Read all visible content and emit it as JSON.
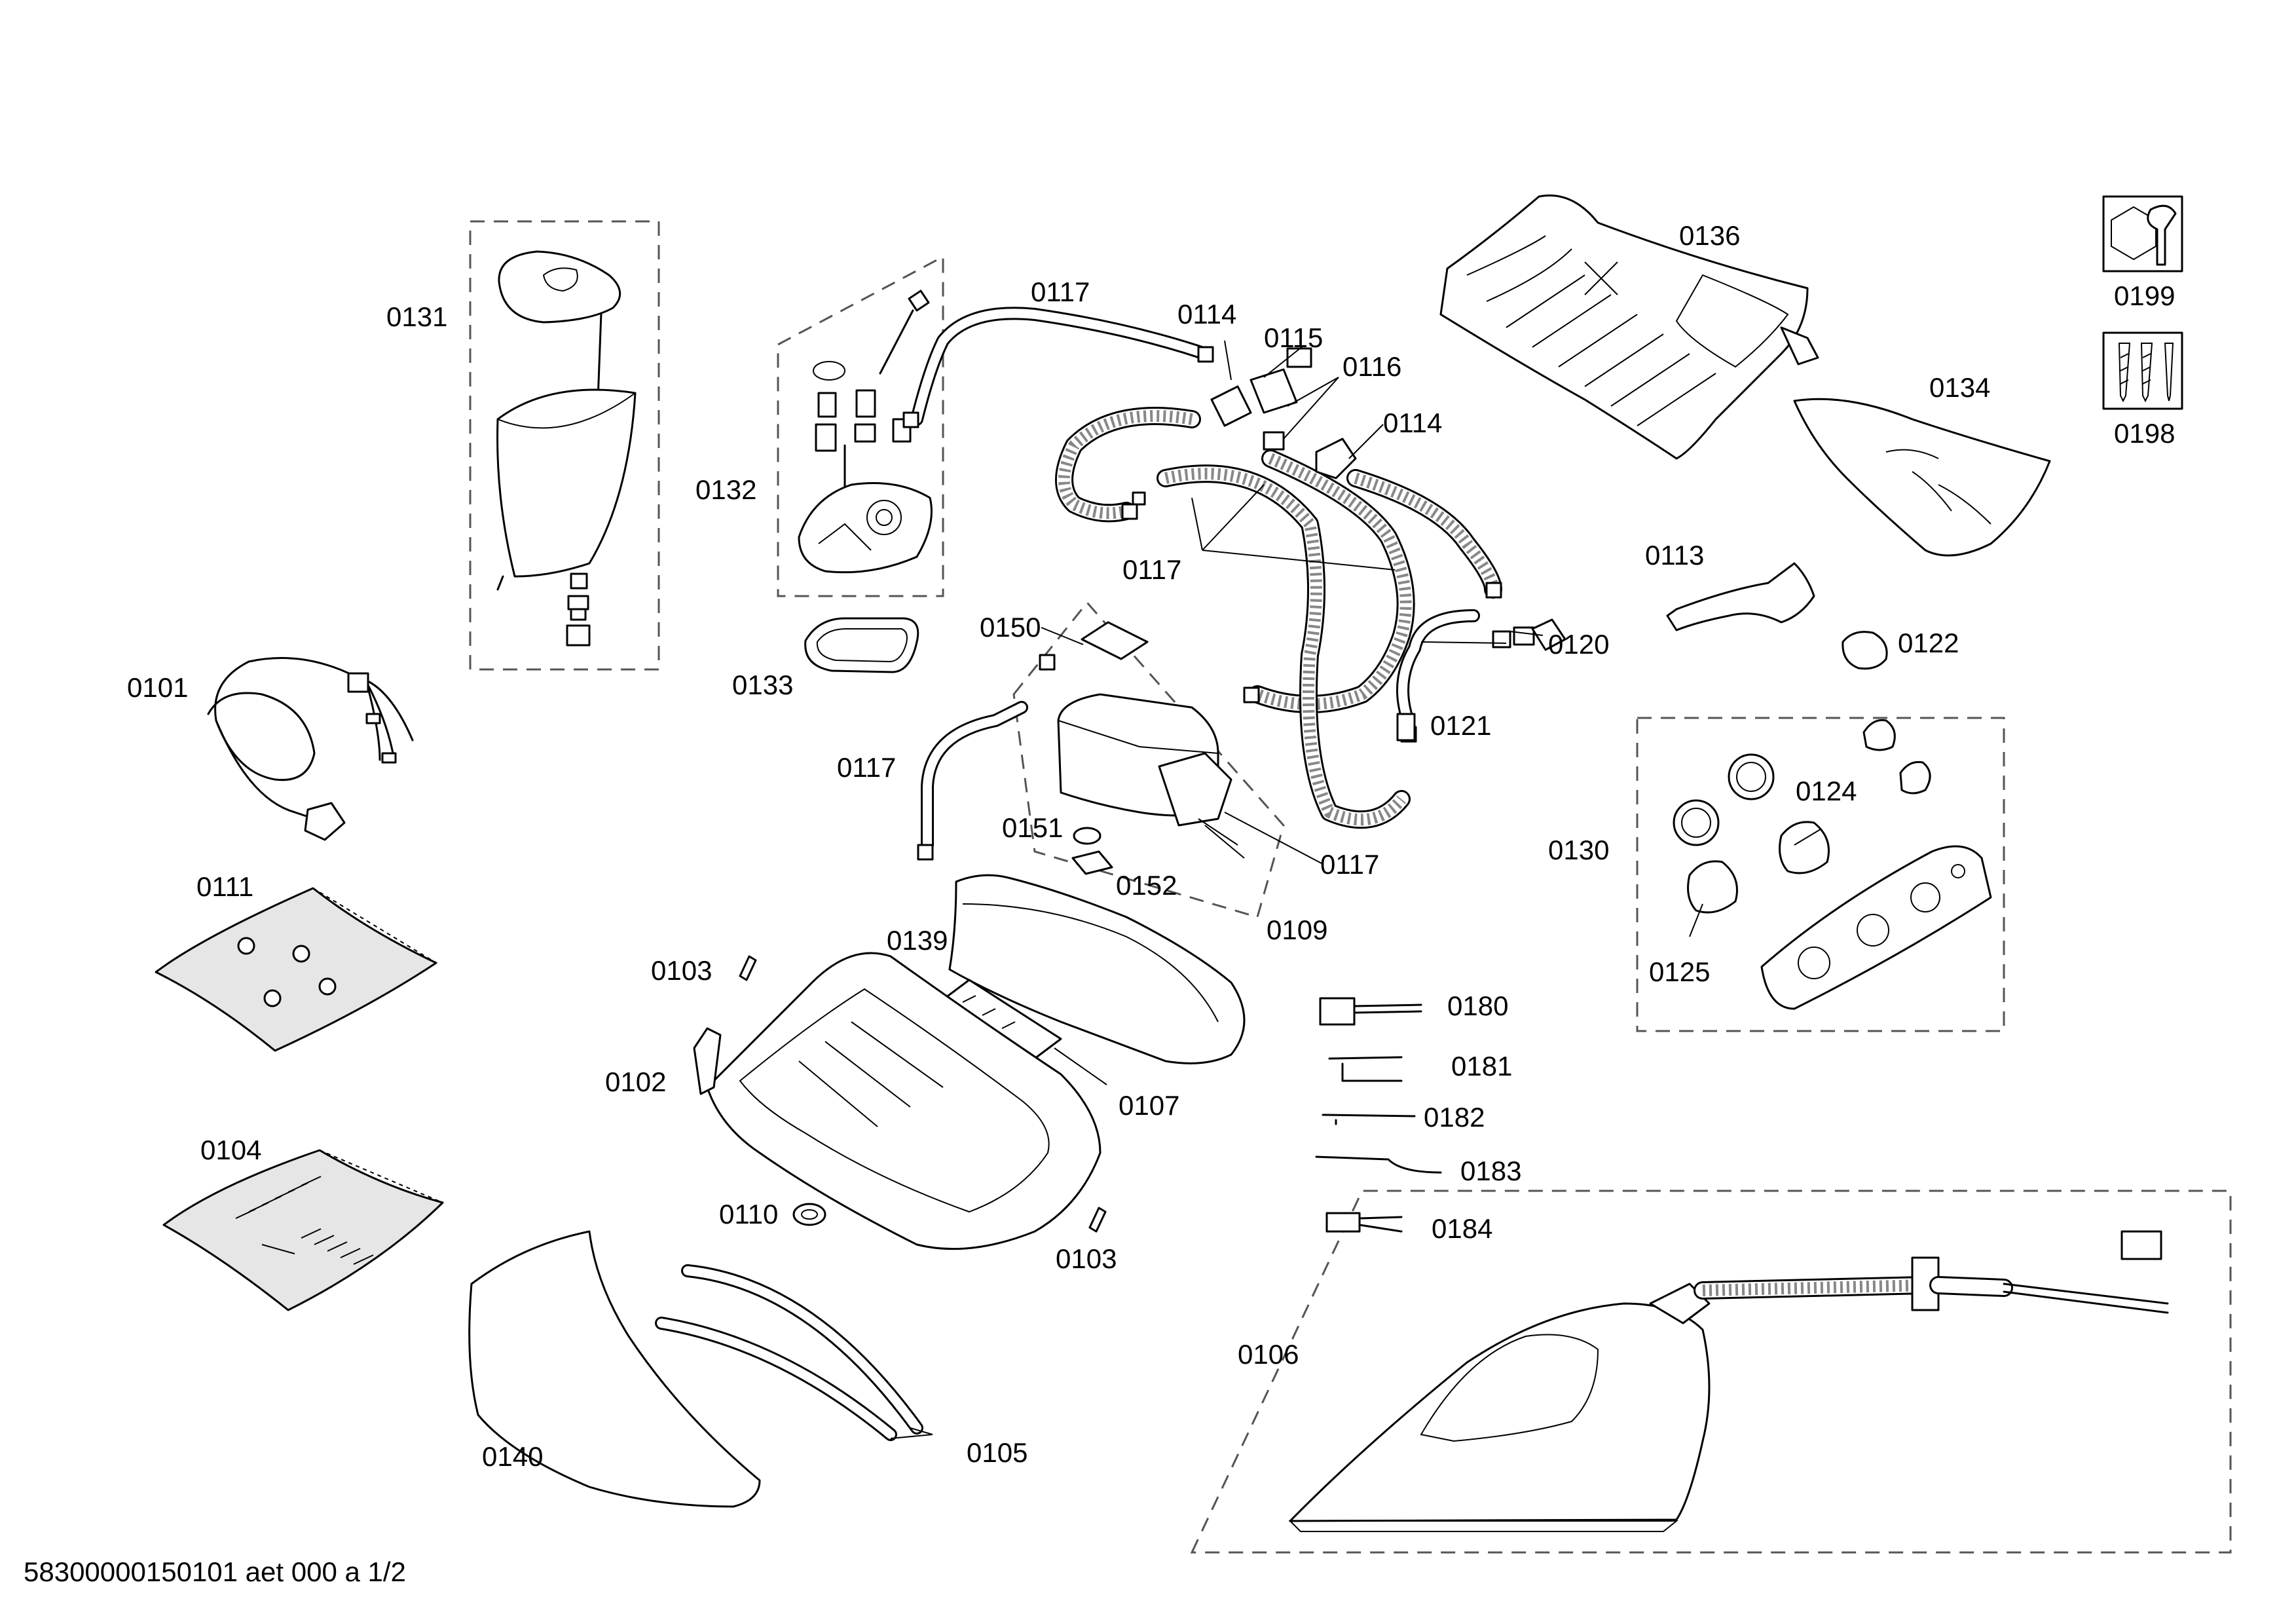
{
  "labels": {
    "l0101": "0101",
    "l0102": "0102",
    "l0103a": "0103",
    "l0103b": "0103",
    "l0104": "0104",
    "l0105": "0105",
    "l0106": "0106",
    "l0107": "0107",
    "l0109": "0109",
    "l0110": "0110",
    "l0111": "0111",
    "l0113": "0113",
    "l0114a": "0114",
    "l0114b": "0114",
    "l0115": "0115",
    "l0116": "0116",
    "l0117a": "0117",
    "l0117b": "0117",
    "l0117c": "0117",
    "l0117d": "0117",
    "l0120": "0120",
    "l0121": "0121",
    "l0122": "0122",
    "l0124": "0124",
    "l0125": "0125",
    "l0130": "0130",
    "l0131": "0131",
    "l0132": "0132",
    "l0133": "0133",
    "l0134": "0134",
    "l0136": "0136",
    "l0139": "0139",
    "l0140": "0140",
    "l0150": "0150",
    "l0151": "0151",
    "l0152": "0152",
    "l0180": "0180",
    "l0181": "0181",
    "l0182": "0182",
    "l0183": "0183",
    "l0184": "0184",
    "l0198": "0198",
    "l0199": "0199"
  },
  "footer": "58300000150101 aet 000 a 1/2",
  "icons": {
    "0199": "spanner-nut-icon",
    "0198": "screws-icon"
  }
}
